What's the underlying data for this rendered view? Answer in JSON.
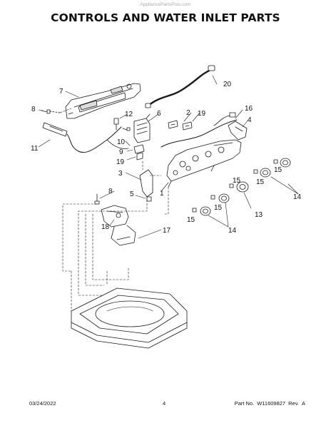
{
  "watermark": "AppliancePartsPros.com",
  "title": "CONTROLS AND WATER INLET PARTS",
  "callouts": [
    {
      "id": "1",
      "label": "1"
    },
    {
      "id": "2",
      "label": "2"
    },
    {
      "id": "3",
      "label": "3"
    },
    {
      "id": "4",
      "label": "4"
    },
    {
      "id": "5",
      "label": "5"
    },
    {
      "id": "6",
      "label": "6"
    },
    {
      "id": "7",
      "label": "7"
    },
    {
      "id": "8a",
      "label": "8"
    },
    {
      "id": "8b",
      "label": "8"
    },
    {
      "id": "9",
      "label": "9"
    },
    {
      "id": "10",
      "label": "10"
    },
    {
      "id": "11",
      "label": "11"
    },
    {
      "id": "12",
      "label": "12"
    },
    {
      "id": "13",
      "label": "13"
    },
    {
      "id": "14a",
      "label": "14"
    },
    {
      "id": "14b",
      "label": "14"
    },
    {
      "id": "15a",
      "label": "15"
    },
    {
      "id": "15b",
      "label": "15"
    },
    {
      "id": "15c",
      "label": "15"
    },
    {
      "id": "15d",
      "label": "15"
    },
    {
      "id": "15e",
      "label": "15"
    },
    {
      "id": "16",
      "label": "16"
    },
    {
      "id": "17",
      "label": "17"
    },
    {
      "id": "18",
      "label": "18"
    },
    {
      "id": "19a",
      "label": "19"
    },
    {
      "id": "19b",
      "label": "19"
    },
    {
      "id": "20",
      "label": "20"
    }
  ],
  "footer": {
    "date": "03/24/2022",
    "page": "4",
    "part_label": "Part No.",
    "part_no": "W11609827",
    "rev_label": "Rev.",
    "rev": "A"
  }
}
